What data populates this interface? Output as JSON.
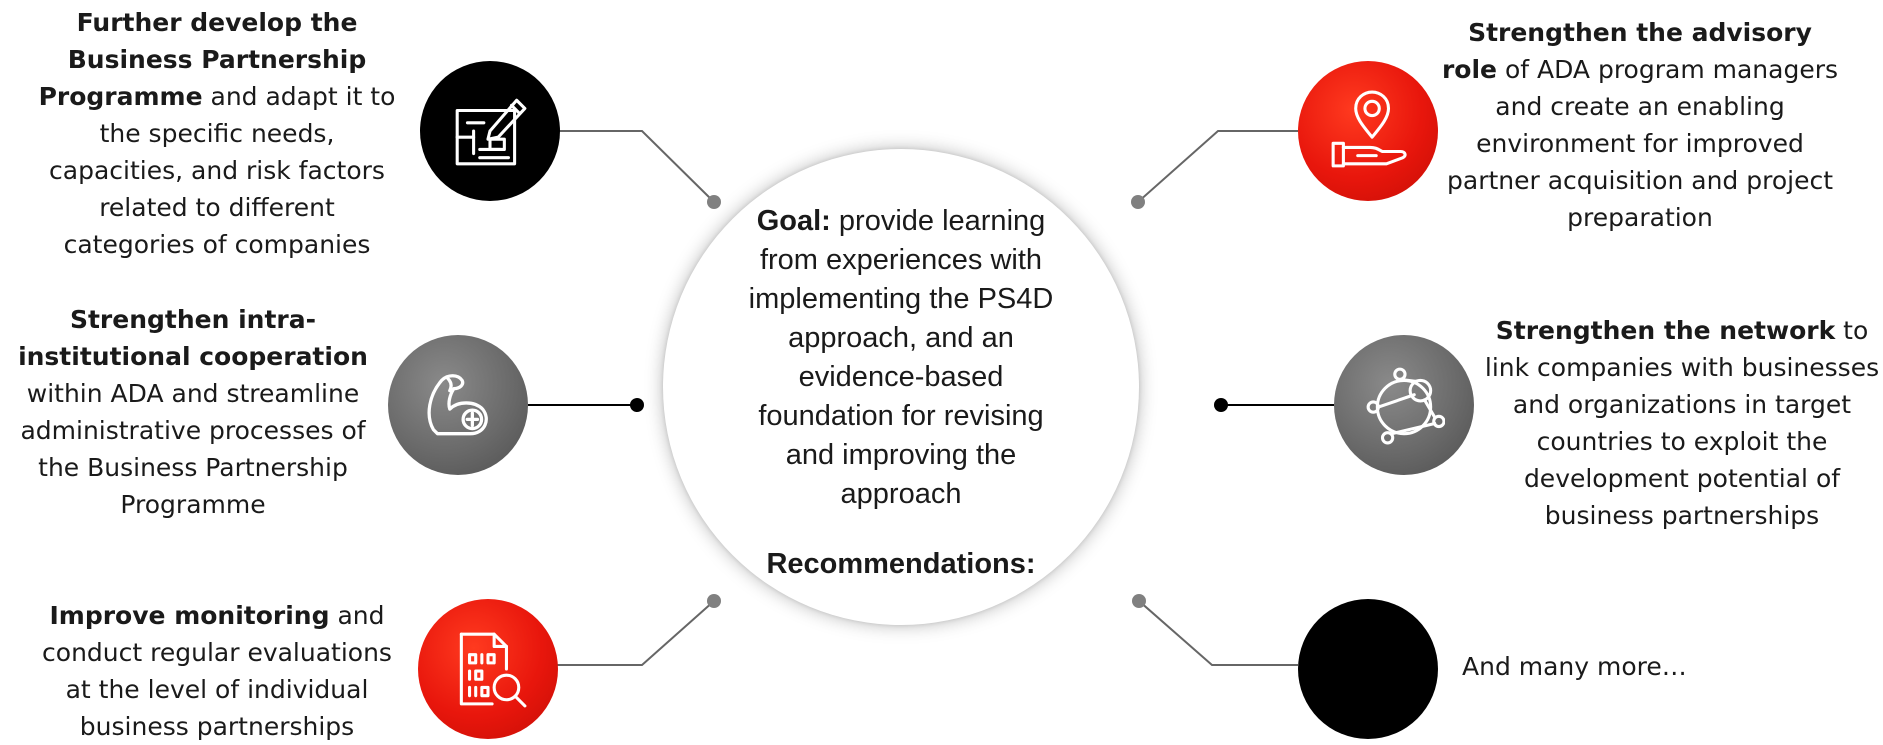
{
  "center": {
    "goal_label": "Goal:",
    "goal_text": "provide learning from experiences with implementing the PS4D approach, and an evidence-based foundation for revising and improving the approach",
    "recommendations_label": "Recommendations:"
  },
  "recommendations": [
    {
      "bold": "Further develop the Business Partnership Programme",
      "text": " and adapt it to the specific needs, capacities, and risk factors related to different categories of companies",
      "icon": "blueprint-pencil-icon",
      "circle_color": "#000000"
    },
    {
      "bold": "Strengthen intra-institutional cooperation",
      "text": " within ADA and streamline administrative processes of the Business Partnership Programme",
      "icon": "strong-arm-icon",
      "circle_color": "#6a6a6a"
    },
    {
      "bold": "Improve monitoring",
      "text": " and conduct regular evaluations at the level of individual business partnerships",
      "icon": "document-search-icon",
      "circle_color": "#e8160c"
    },
    {
      "bold": "Strengthen the advisory role",
      "text": " of ADA program managers and create an enabling environment for improved partner acquisition and project preparation",
      "icon": "hand-location-pin-icon",
      "circle_color": "#e8160c"
    },
    {
      "bold": "Strengthen the network",
      "text": " to link companies with businesses and organizations in target countries to exploit the development potential of business partnerships",
      "icon": "network-nodes-icon",
      "circle_color": "#6a6a6a"
    },
    {
      "bold": "",
      "text": "And many more…",
      "icon": "",
      "circle_color": "#000000"
    }
  ],
  "colors": {
    "red": "#e8160c",
    "gray": "#6a6a6a",
    "black": "#000000",
    "connector": "#666666"
  }
}
